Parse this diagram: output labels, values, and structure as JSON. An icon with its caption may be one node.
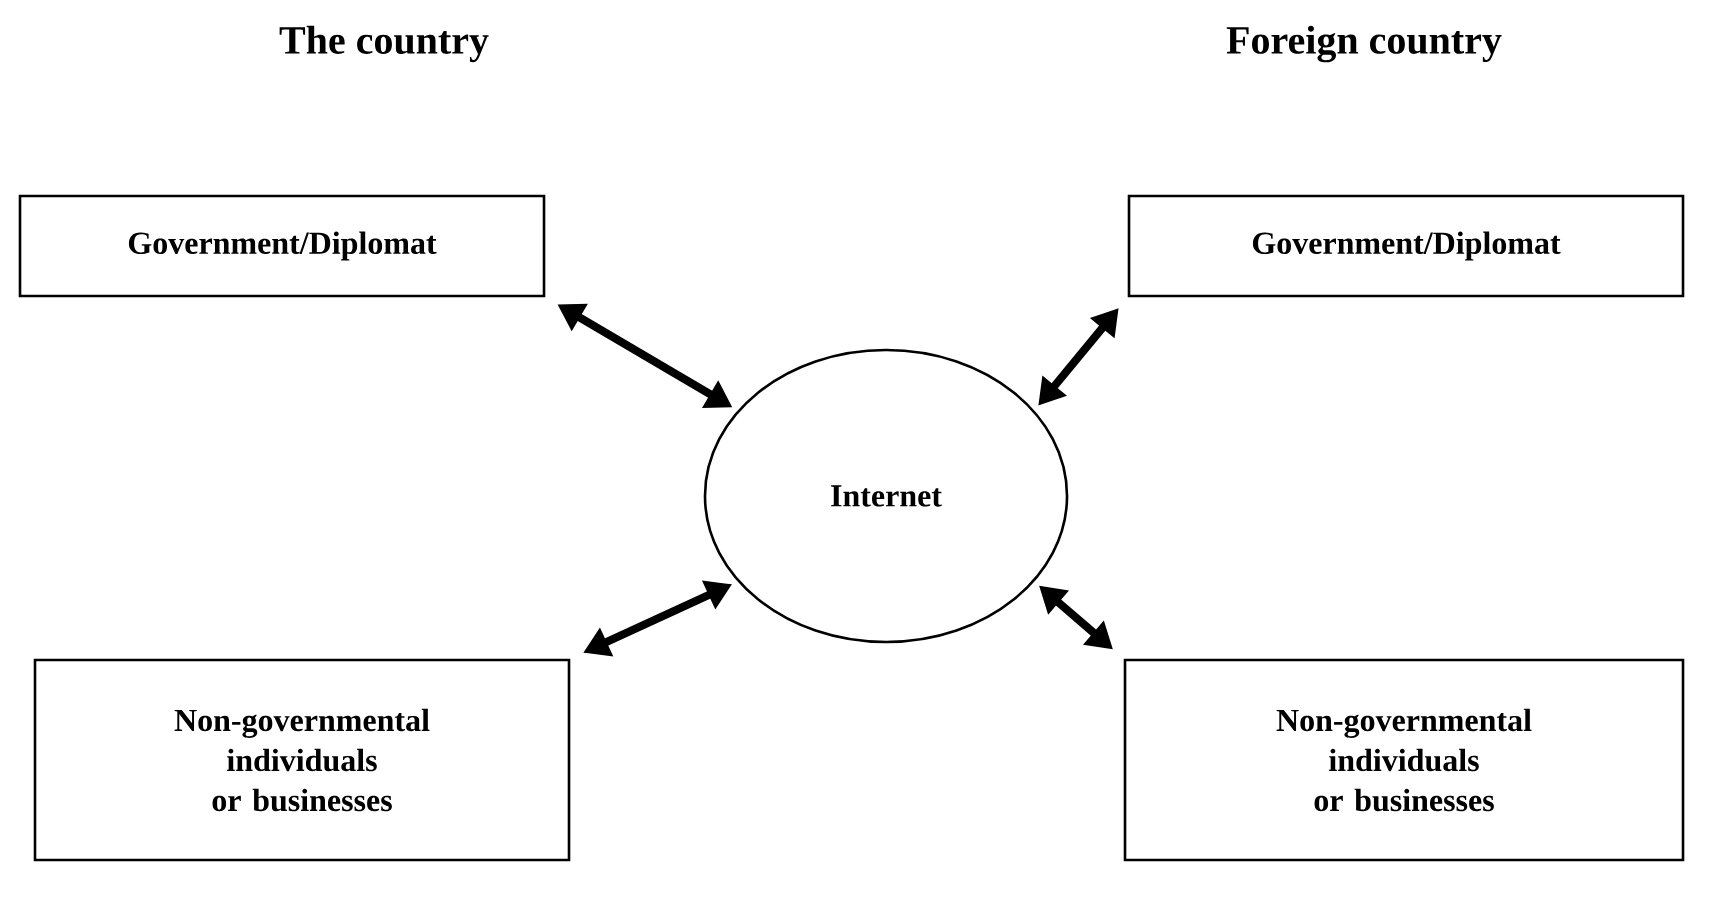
{
  "diagram": {
    "nodes": [
      {
        "text": [
          "Government/Diplomat"
        ]
      },
      {
        "text": [
          "Government/Diplomat"
        ]
      },
      {
        "text": [
          "Internet"
        ]
      },
      {
        "text": [
          "Non-governmental individuals or businesses"
        ]
      },
      {
        "text": [
          "Non-governmental individuals or businesses"
        ]
      }
    ],
    "edges": [
      {
        "from": 0,
        "to": 2,
        "arrow": "both"
      },
      {
        "from": 1,
        "to": 2,
        "arrow": "both"
      },
      {
        "from": 3,
        "to": 2,
        "arrow": "both"
      },
      {
        "from": 4,
        "to": 2,
        "arrow": "both"
      }
    ],
    "labels": [
      "The country",
      "Foreign country"
    ]
  }
}
